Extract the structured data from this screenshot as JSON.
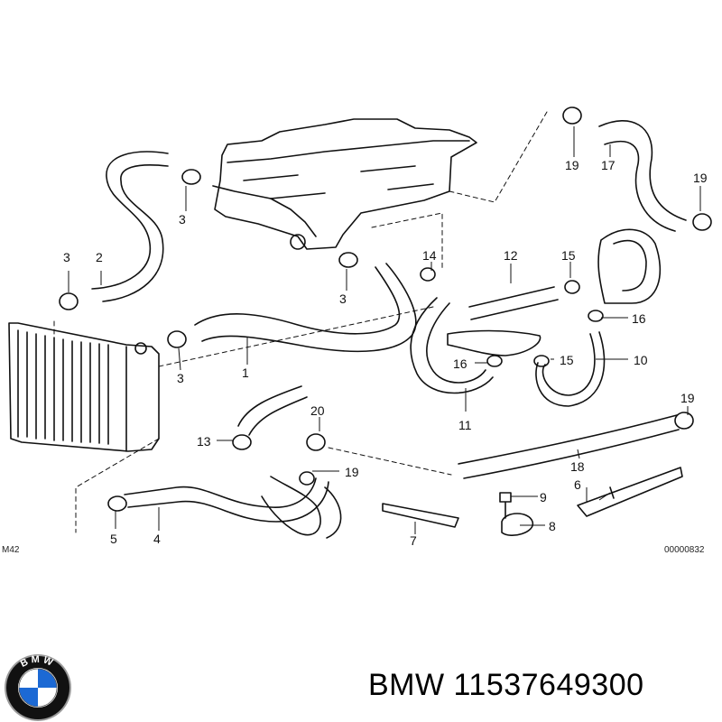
{
  "diagram": {
    "corner_left": "M42",
    "corner_right": "00000832",
    "callouts": [
      "1",
      "2",
      "3",
      "3",
      "3",
      "3",
      "4",
      "5",
      "6",
      "7",
      "8",
      "9",
      "10",
      "11",
      "12",
      "13",
      "14",
      "15",
      "15",
      "16",
      "16",
      "17",
      "18",
      "19",
      "19",
      "19",
      "19",
      "20"
    ]
  },
  "brand": {
    "logo_letters": "BMW",
    "caption": "BMW 11537649300",
    "colors": {
      "blue": "#1c69d4",
      "black": "#111111",
      "white": "#ffffff"
    }
  }
}
